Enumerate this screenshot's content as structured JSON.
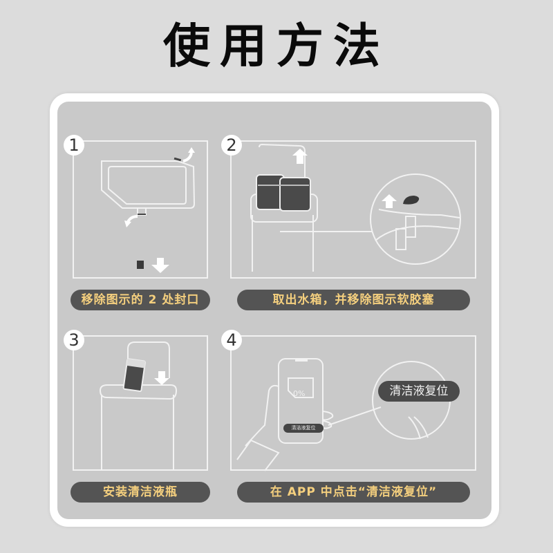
{
  "page": {
    "title": "使用方法",
    "colors": {
      "background": "#dcdcdc",
      "card_border": "#ffffff",
      "card_fill": "#c9c9c9",
      "label_pill": "#545454",
      "label_text": "#f4cf7e"
    }
  },
  "steps": [
    {
      "number": "1",
      "label": "移除图示的 2 处封口",
      "illustration": "water-tank-with-two-seals"
    },
    {
      "number": "2",
      "label": "取出水箱，并移除图示软胶塞",
      "illustration": "remove-tank-and-rubber-plug"
    },
    {
      "number": "3",
      "label": "安装清洁液瓶",
      "illustration": "insert-cleaning-bottle"
    },
    {
      "number": "4",
      "label": "在 APP 中点击“清洁液复位”",
      "illustration": "phone-app-reset",
      "phone": {
        "percent": "0%",
        "button": "清洁液复位"
      },
      "zoom_callout": {
        "button": "清洁液复位"
      }
    }
  ]
}
